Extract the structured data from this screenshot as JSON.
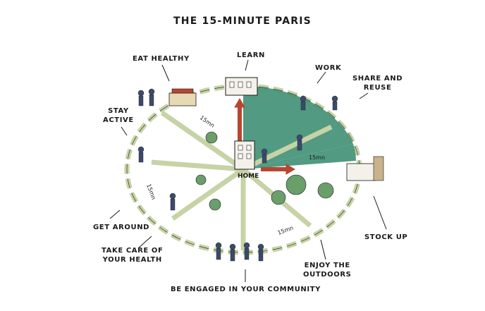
{
  "title": "THE 15-MINUTE PARIS",
  "center_label": "HOME",
  "time_label": "15mn",
  "labels": {
    "eat_healthy": "EAT HEALTHY",
    "learn": "LEARN",
    "work": "WORK",
    "share_and_reuse_1": "SHARE AND",
    "share_and_reuse_2": "REUSE",
    "stay_active_1": "STAY",
    "stay_active_2": "ACTIVE",
    "get_around": "GET AROUND",
    "take_care_1": "TAKE CARE OF",
    "take_care_2": "YOUR HEALTH",
    "stock_up": "STOCK UP",
    "enjoy_1": "ENJOY THE",
    "enjoy_2": "OUTDOORS",
    "community": "BE ENGAGED IN YOUR COMMUNITY"
  },
  "colors": {
    "green": "#3f8f74",
    "arrow_red": "#b8452f",
    "ink": "#1a1a1a",
    "path_green": "#c6d3a6"
  }
}
